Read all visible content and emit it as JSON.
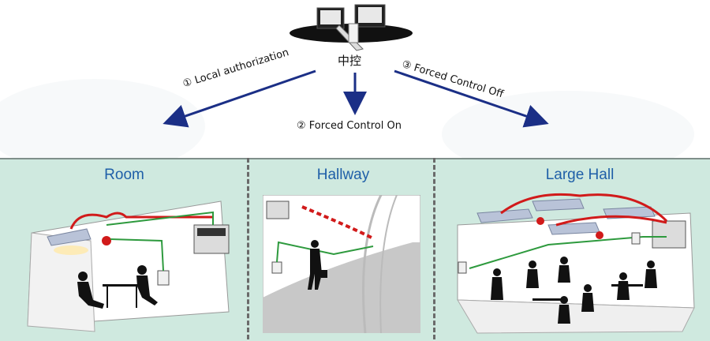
{
  "center": {
    "label": "中控"
  },
  "arrows": {
    "left_label": "① Local authorization",
    "middle_label": "② Forced Control On",
    "right_label": "③ Forced Control Off"
  },
  "zones": {
    "room": "Room",
    "hallway": "Hallway",
    "large_hall": "Large Hall"
  },
  "colors": {
    "arrow": "#1b2f86",
    "title": "#1f5fa8",
    "panel_bg": "#cfe9df",
    "bus_red": "#d11a1a",
    "bus_green": "#2e9a3e"
  }
}
